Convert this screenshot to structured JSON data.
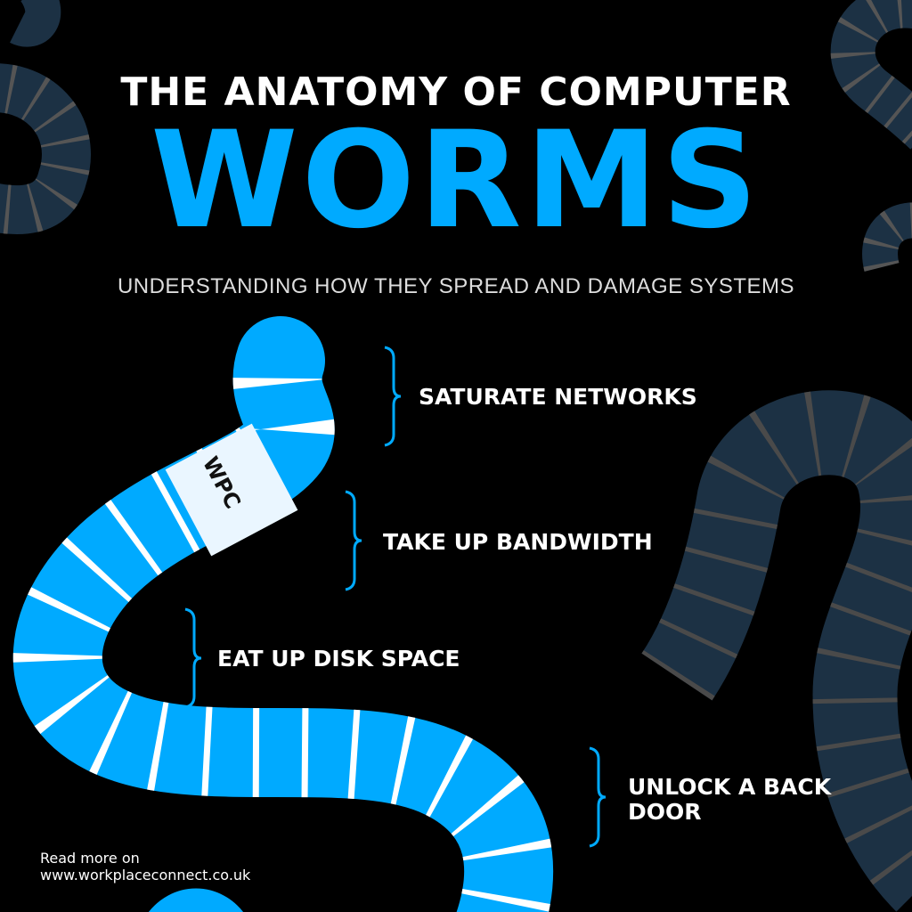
{
  "header": {
    "pre_title": "THE ANATOMY OF COMPUTER",
    "title": "WORMS",
    "subtitle": "UNDERSTANDING HOW THEY SPREAD AND DAMAGE SYSTEMS"
  },
  "points": [
    {
      "label": "SATURATE NETWORKS"
    },
    {
      "label": "TAKE UP BANDWIDTH"
    },
    {
      "label": "EAT UP DISK SPACE"
    },
    {
      "label": "UNLOCK A BACK DOOR"
    }
  ],
  "logo": "WPC",
  "footer": {
    "line1": "Read more on",
    "line2": "www.workplaceconnect.co.uk"
  },
  "colors": {
    "accent": "#00aaff",
    "stripe": "#ffffff",
    "dark_worm": "#1c3144",
    "background": "#000000"
  }
}
